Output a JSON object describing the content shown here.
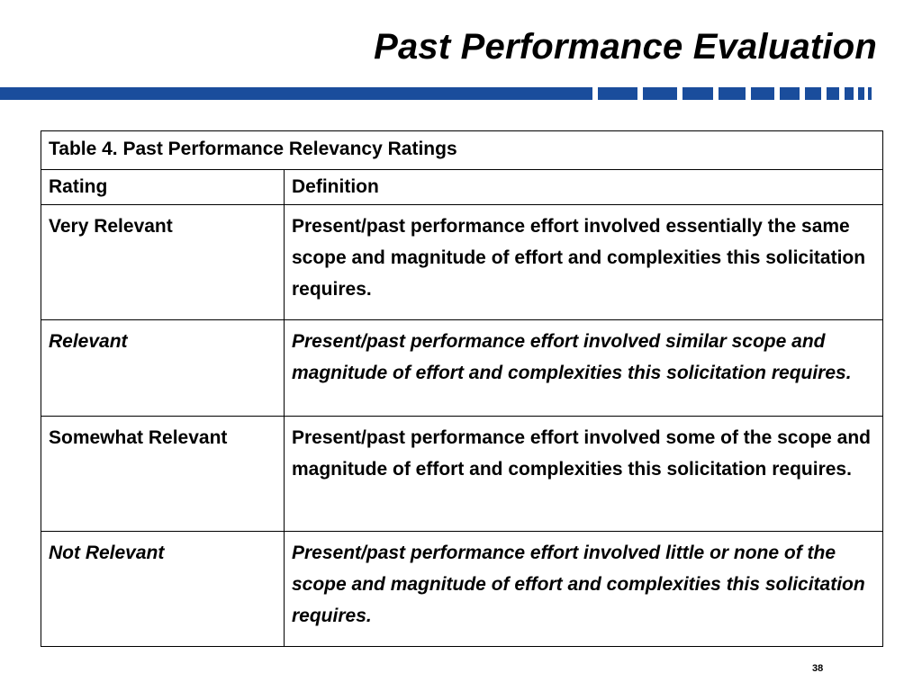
{
  "slide": {
    "title": "Past Performance Evaluation",
    "page_number": "38",
    "accent_color": "#1a4d9c"
  },
  "table": {
    "caption": "Table 4. Past Performance Relevancy Ratings",
    "headers": [
      "Rating",
      "Definition"
    ],
    "rows": [
      {
        "rating": "Very Relevant",
        "definition": "Present/past performance effort involved essentially the same scope and magnitude of effort and complexities this solicitation requires.",
        "italic": false
      },
      {
        "rating": "Relevant",
        "definition": "Present/past performance effort involved similar scope and magnitude of effort and complexities this solicitation requires.",
        "italic": true
      },
      {
        "rating": "Somewhat Relevant",
        "definition": "Present/past performance effort involved some of the scope and magnitude of effort and complexities this solicitation requires.",
        "italic": false
      },
      {
        "rating": "Not Relevant",
        "definition": "Present/past performance effort involved little or none of the scope and magnitude of effort and complexities this solicitation requires.",
        "italic": true
      }
    ]
  }
}
